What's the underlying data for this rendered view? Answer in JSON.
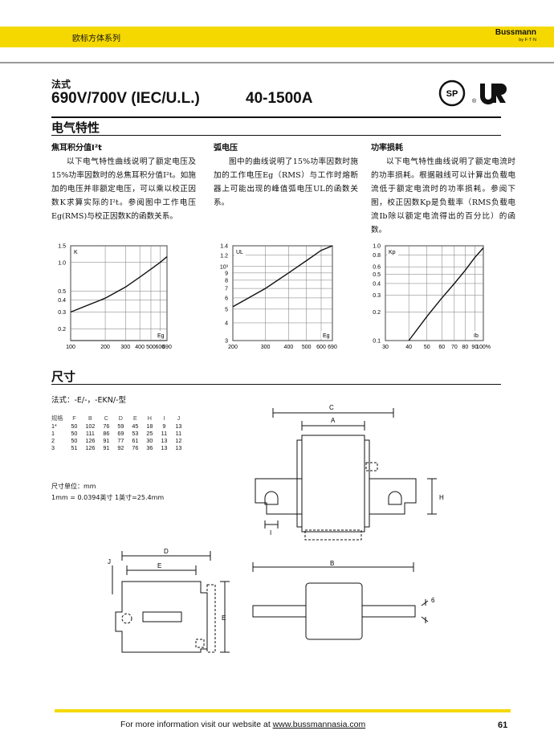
{
  "header": {
    "series_title": "欧标方体系列",
    "brand": "Bussmann",
    "brand_sub": "by F·T·N"
  },
  "product": {
    "kicker": "法式",
    "headline": "690V/700V (IEC/U.L.)",
    "rating": "40-1500A"
  },
  "electrical": {
    "section_title": "电气特性",
    "columns": [
      {
        "heading": "焦耳积分值I²t",
        "body": "以下电气特性曲线说明了额定电压及15%功率因数时的总焦耳积分值I²t。如施加的电压并非额定电压，可以乘以校正因数K求算实际的I²t。参阅图中工作电压Eg(RMS)与校正因数K的函数关系。"
      },
      {
        "heading": "弧电压",
        "body": "图中的曲线说明了15%功率因数时施加的工作电压Eg（RMS）与工作时熔断器上可能出现的峰值弧电压UL的函数关系。"
      },
      {
        "heading": "功率损耗",
        "body": "以下电气特性曲线说明了额定电流时的功率损耗。根据融线可以计算出负载电流低于额定电流时的功率损耗。参阅下图，校正因数Kp是负载率（RMS负载电流Ib除以额定电流得出的百分比）的函数。"
      }
    ]
  },
  "chart_data": [
    {
      "type": "line",
      "series_label": "K",
      "x_label": "Eg",
      "y_scale": "log",
      "x_scale": "log",
      "x_ticks": [
        "100",
        "200",
        "300",
        "400",
        "500",
        "600",
        "690"
      ],
      "y_ticks": [
        "0.2",
        "0.3",
        "0.4",
        "0.5",
        "1.0",
        "1.5"
      ],
      "x": [
        100,
        200,
        300,
        400,
        500,
        600,
        690
      ],
      "y": [
        0.3,
        0.42,
        0.55,
        0.7,
        0.85,
        1.0,
        1.15
      ],
      "xlim": [
        100,
        690
      ],
      "ylim": [
        0.15,
        1.5
      ],
      "grid": true
    },
    {
      "type": "line",
      "series_label": "UL",
      "x_label": "Eg",
      "y_scale": "log",
      "x_scale": "log",
      "x_ticks": [
        "200",
        "300",
        "400",
        "500",
        "600",
        "690"
      ],
      "y_ticks": [
        "3",
        "4",
        "5",
        "6",
        "7",
        "8",
        "9",
        "10³",
        "1.2",
        "1.4"
      ],
      "x": [
        200,
        300,
        400,
        500,
        600,
        690
      ],
      "y": [
        520,
        700,
        900,
        1100,
        1300,
        1400
      ],
      "xlim": [
        200,
        690
      ],
      "ylim": [
        300,
        1400
      ],
      "grid": true
    },
    {
      "type": "line",
      "series_label": "Kp",
      "x_label": "Ib",
      "y_scale": "log",
      "x_scale": "log",
      "x_ticks": [
        "30",
        "40",
        "50",
        "60",
        "70",
        "80",
        "90",
        "100%"
      ],
      "y_ticks": [
        "0.1",
        "0.2",
        "0.3",
        "0.4",
        "0.5",
        "0.6",
        "0.8",
        "1.0"
      ],
      "x": [
        40,
        50,
        60,
        70,
        80,
        90,
        100
      ],
      "y": [
        0.1,
        0.18,
        0.28,
        0.4,
        0.55,
        0.75,
        0.95
      ],
      "xlim": [
        30,
        100
      ],
      "ylim": [
        0.1,
        1.0
      ],
      "grid": true
    }
  ],
  "dimensions": {
    "section_title": "尺寸",
    "subtitle": "法式：-E/-，-EKN/-型",
    "table": {
      "headers": [
        "规格",
        "F",
        "B",
        "C",
        "D",
        "E",
        "H",
        "I",
        "J"
      ],
      "rows": [
        [
          "1*",
          "50",
          "102",
          "76",
          "59",
          "45",
          "18",
          "9",
          "13"
        ],
        [
          "1",
          "50",
          "111",
          "86",
          "69",
          "53",
          "25",
          "11",
          "11"
        ],
        [
          "2",
          "50",
          "126",
          "91",
          "77",
          "61",
          "30",
          "13",
          "12"
        ],
        [
          "3",
          "51",
          "126",
          "91",
          "92",
          "76",
          "36",
          "13",
          "13"
        ]
      ]
    },
    "units_line1": "尺寸单位：mm",
    "units_line2": "1mm = 0.0394英寸    1英寸=25.4mm",
    "drawing_labels": {
      "C": "C",
      "A": "A",
      "H": "H",
      "I": "I",
      "D": "D",
      "E": "E",
      "J": "J",
      "B": "B",
      "six": "6"
    }
  },
  "footer": {
    "text": "For more information visit our website at ",
    "url": "www.bussmannasia.com",
    "page_number": "61"
  },
  "colors": {
    "accent": "#f5d800",
    "rule": "#9a9a9a"
  }
}
